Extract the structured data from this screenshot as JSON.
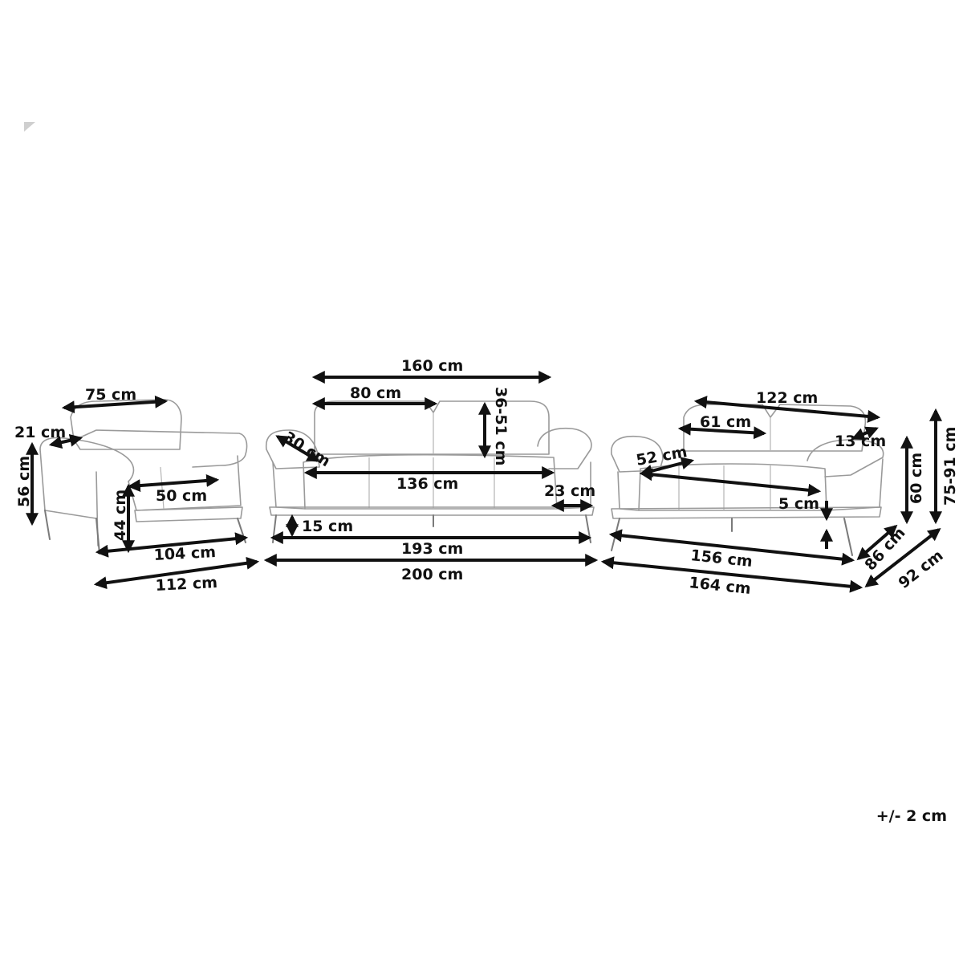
{
  "tolerance": "+/- 2 cm",
  "armchair": {
    "headrest_width": "75 cm",
    "headrest_depth": "21 cm",
    "arm_height": "56 cm",
    "seat_depth": "50 cm",
    "seat_height": "44 cm",
    "base_width": "104 cm",
    "total_width": "112 cm"
  },
  "sofa3": {
    "backrest_width": "160 cm",
    "cushion_width": "80 cm",
    "headrest_height": "36-51 cm",
    "arm_depth": "30 cm",
    "seat_width": "136 cm",
    "arm_width": "23 cm",
    "leg_height": "15 cm",
    "base_width": "193 cm",
    "total_width": "200 cm"
  },
  "sofa2": {
    "backrest_width": "122 cm",
    "cushion_width": "61 cm",
    "headrest_depth": "13 cm",
    "seat_depth": "52 cm",
    "arm_height": "60 cm",
    "total_height": "75-91 cm",
    "clearance": "5 cm",
    "base_width": "156 cm",
    "depth": "86 cm",
    "total_depth": "92 cm",
    "total_width": "164 cm"
  }
}
